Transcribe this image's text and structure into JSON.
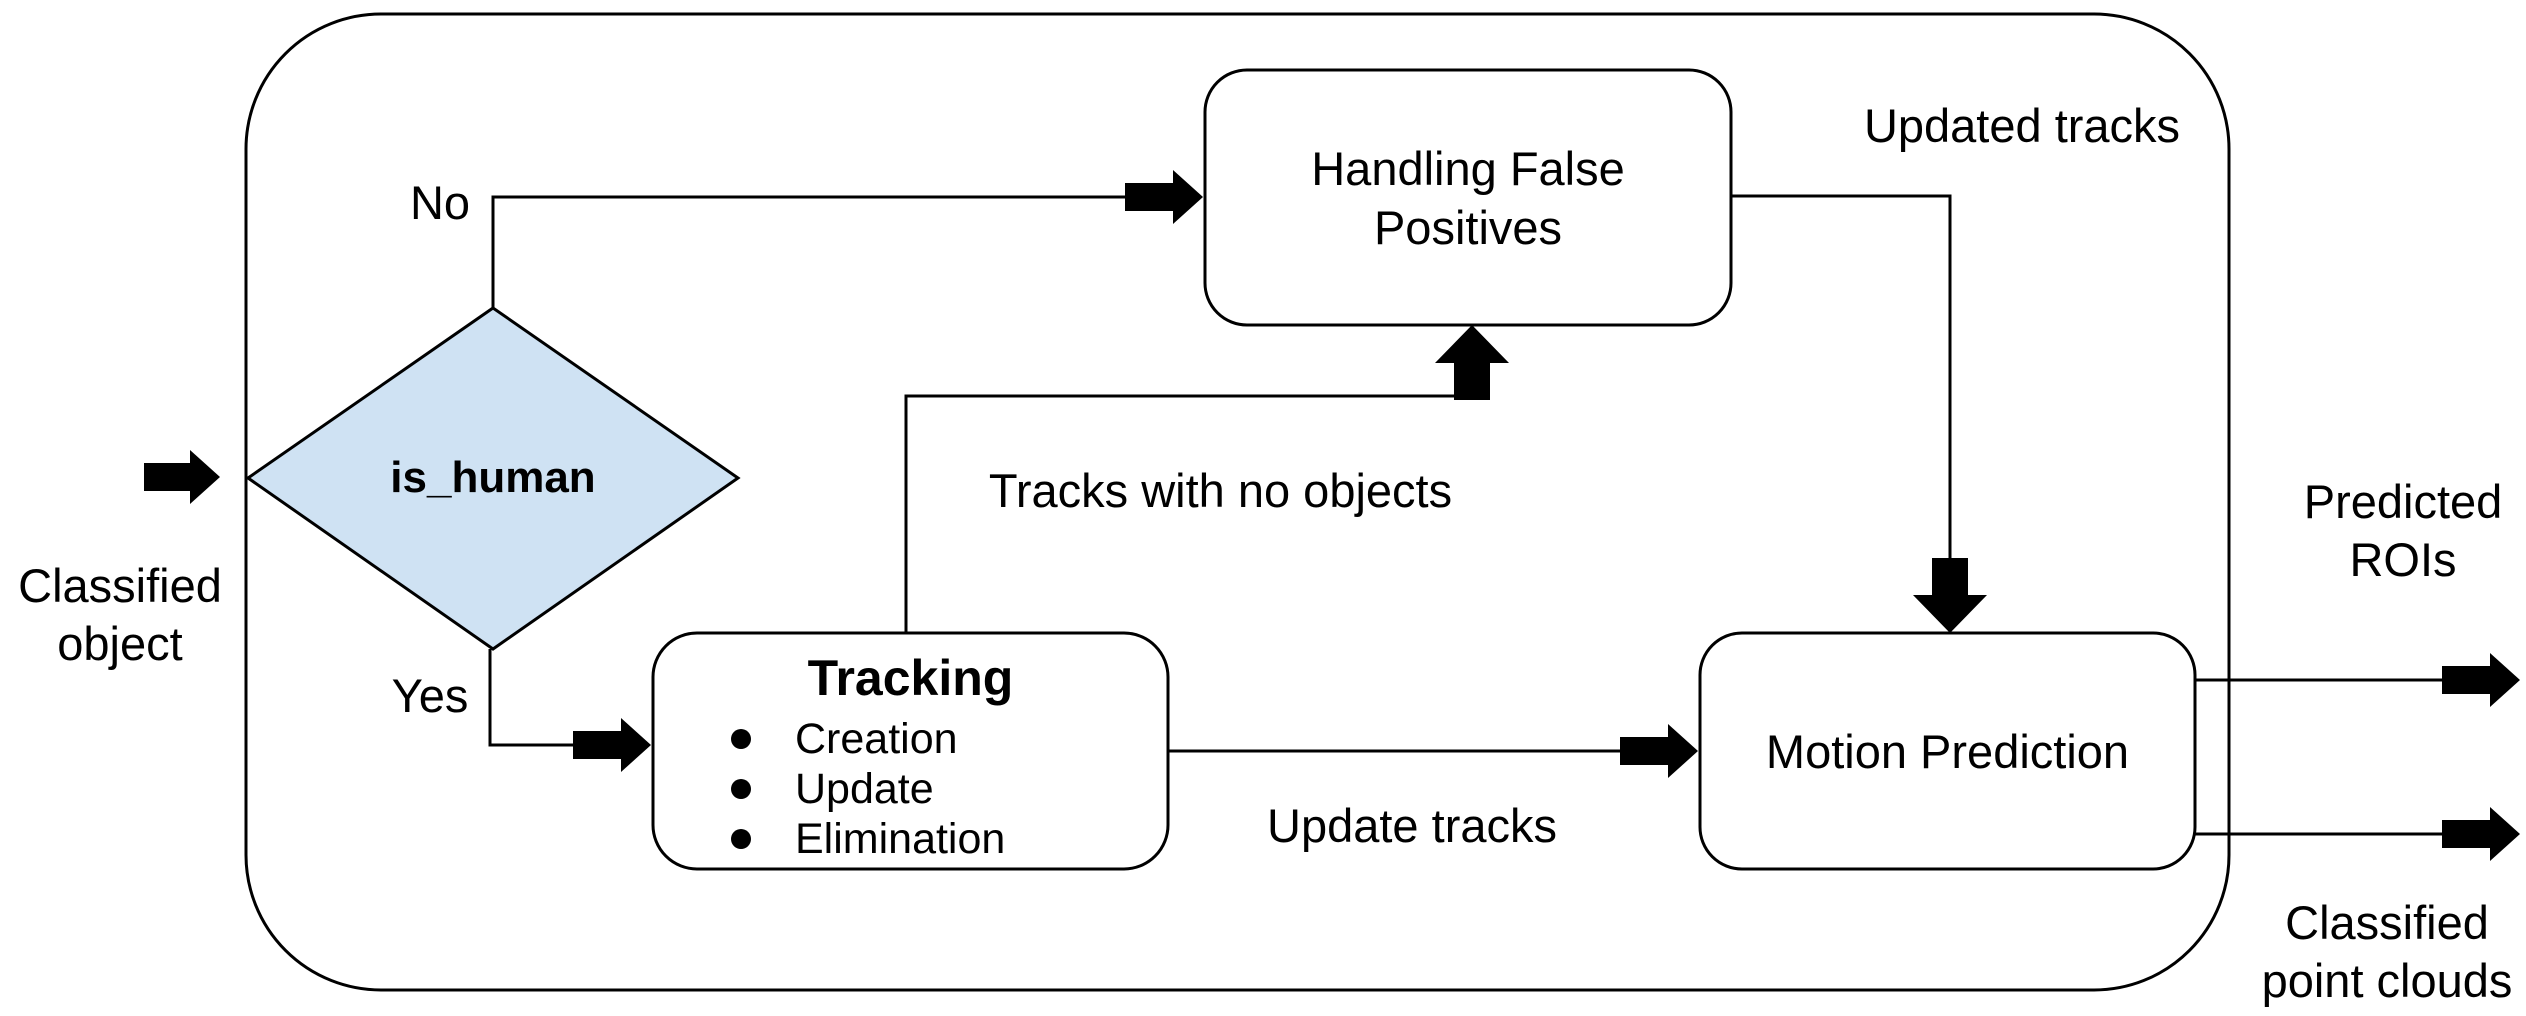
{
  "nodes": {
    "decision": {
      "label": "is_human"
    },
    "handling_false_positives": {
      "line1": "Handling False",
      "line2": "Positives"
    },
    "tracking": {
      "title": "Tracking",
      "bullets": [
        "Creation",
        "Update",
        "Elimination"
      ]
    },
    "motion_prediction": {
      "label": "Motion Prediction"
    }
  },
  "edge_labels": {
    "no": "No",
    "yes": "Yes",
    "tracks_with_no_objects": "Tracks with no objects",
    "update_tracks": "Update tracks",
    "updated_tracks": "Updated tracks"
  },
  "io_labels": {
    "input": {
      "line1": "Classified",
      "line2": "object"
    },
    "output_top": {
      "line1": "Predicted",
      "line2": "ROIs"
    },
    "output_bottom": {
      "line1": "Classified",
      "line2": "point clouds"
    }
  },
  "colors": {
    "stroke": "#000000",
    "decision_fill": "#cfe2f3",
    "node_fill": "#ffffff",
    "background": "#ffffff",
    "text": "#000000"
  }
}
